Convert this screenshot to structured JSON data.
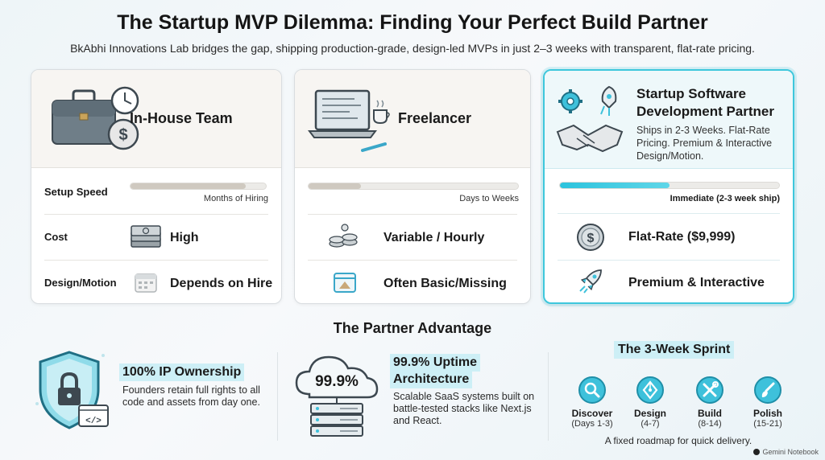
{
  "page": {
    "title": "The Startup MVP Dilemma: Finding Your Perfect Build Partner",
    "subtitle": "BkAbhi Innovations Lab bridges the gap, shipping production-grade, design-led MVPs in just 2–3 weeks with transparent, flat-rate pricing."
  },
  "rows": {
    "setup_speed": "Setup Speed",
    "cost": "Cost",
    "design_motion": "Design/Motion"
  },
  "cards": {
    "inhouse": {
      "name": "In-House Team",
      "setup_caption": "Months of Hiring",
      "setup_level": 0.85,
      "cost": "High",
      "design": "Depends on Hire"
    },
    "freelancer": {
      "name": "Freelancer",
      "setup_caption": "Days to Weeks",
      "setup_level": 0.25,
      "cost": "Variable / Hourly",
      "design": "Often Basic/Missing"
    },
    "partner": {
      "name": "Startup Software Development Partner",
      "description": "Ships in 2-3 Weeks. Flat-Rate Pricing. Premium & Interactive Design/Motion.",
      "setup_caption": "Immediate (2-3 week ship)",
      "setup_level": 0.5,
      "cost": "Flat-Rate ($9,999)",
      "design": "Premium & Interactive"
    }
  },
  "advantage": {
    "title": "The Partner Advantage",
    "ip": {
      "title": "100% IP Ownership",
      "desc": "Founders retain full rights to all code and assets from day one."
    },
    "uptime": {
      "badge": "99.9%",
      "title_line1": "99.9% Uptime",
      "title_line2": "Architecture",
      "desc": "Scalable SaaS systems built on battle-tested stacks like Next.js and React."
    }
  },
  "sprint": {
    "title": "The 3-Week Sprint",
    "steps": [
      {
        "name": "Discover",
        "days": "(Days 1-3)",
        "icon": "magnifier-icon"
      },
      {
        "name": "Design",
        "days": "(4-7)",
        "icon": "pen-nib-icon"
      },
      {
        "name": "Build",
        "days": "(8-14)",
        "icon": "tools-icon"
      },
      {
        "name": "Polish",
        "days": "(15-21)",
        "icon": "brush-icon"
      }
    ],
    "caption": "A fixed roadmap for quick delivery."
  },
  "watermark": "Gemini Notebook",
  "colors": {
    "accent": "#3ec7dc",
    "highlight": "#cdeff6",
    "neutral_bar": "#cfc9c0"
  }
}
